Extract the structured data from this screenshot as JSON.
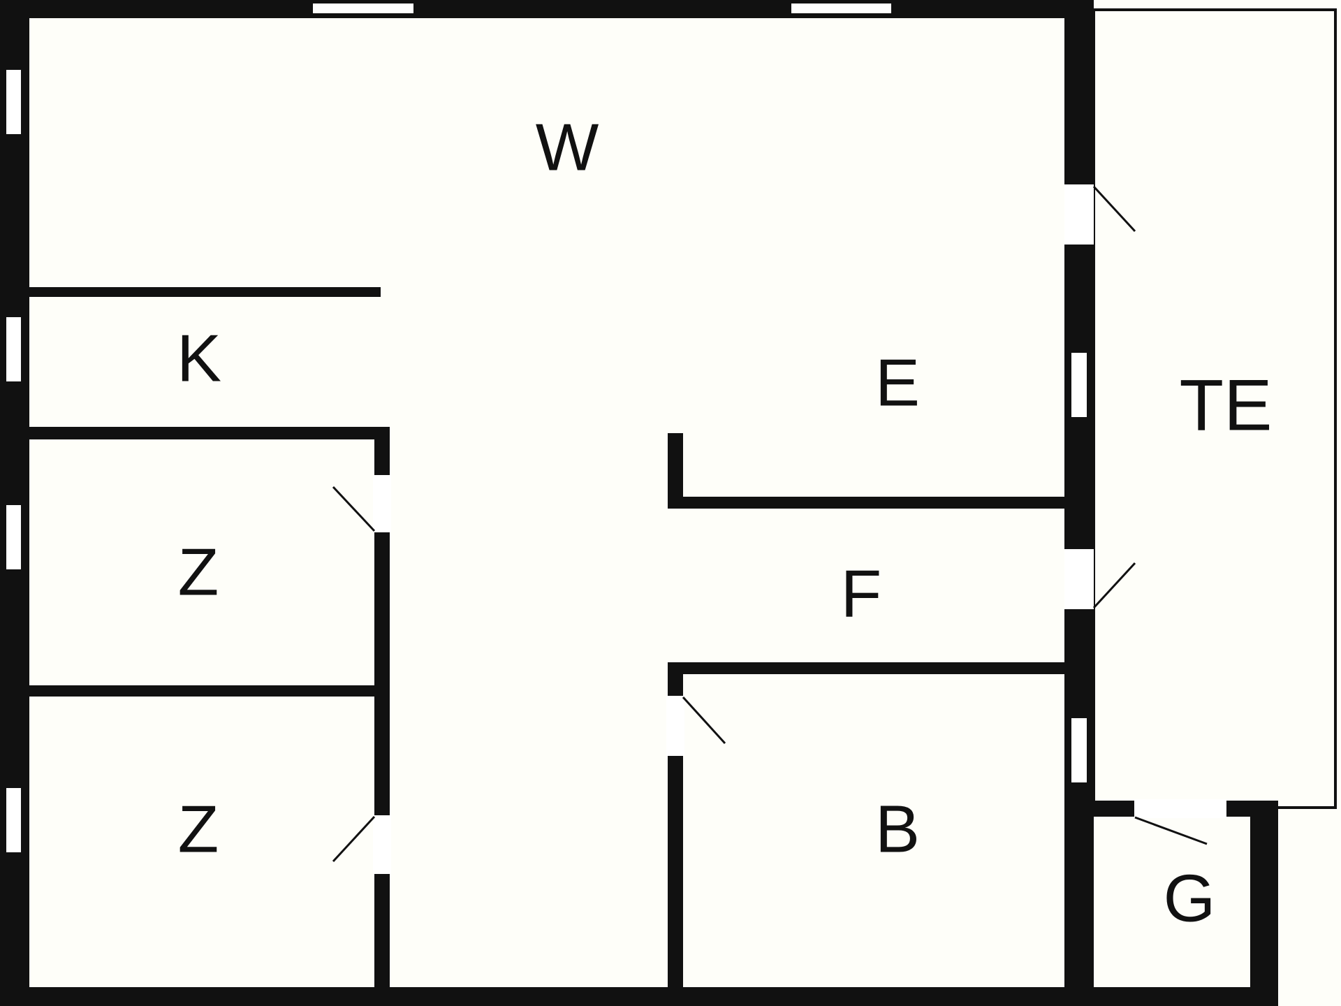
{
  "rooms": {
    "w": "W",
    "k": "K",
    "e": "E",
    "te": "TE",
    "z1": "Z",
    "z2": "Z",
    "f": "F",
    "b": "B",
    "g": "G"
  },
  "colors": {
    "background": "#fefef9",
    "wall": "#111111",
    "opening": "#ffffff"
  }
}
